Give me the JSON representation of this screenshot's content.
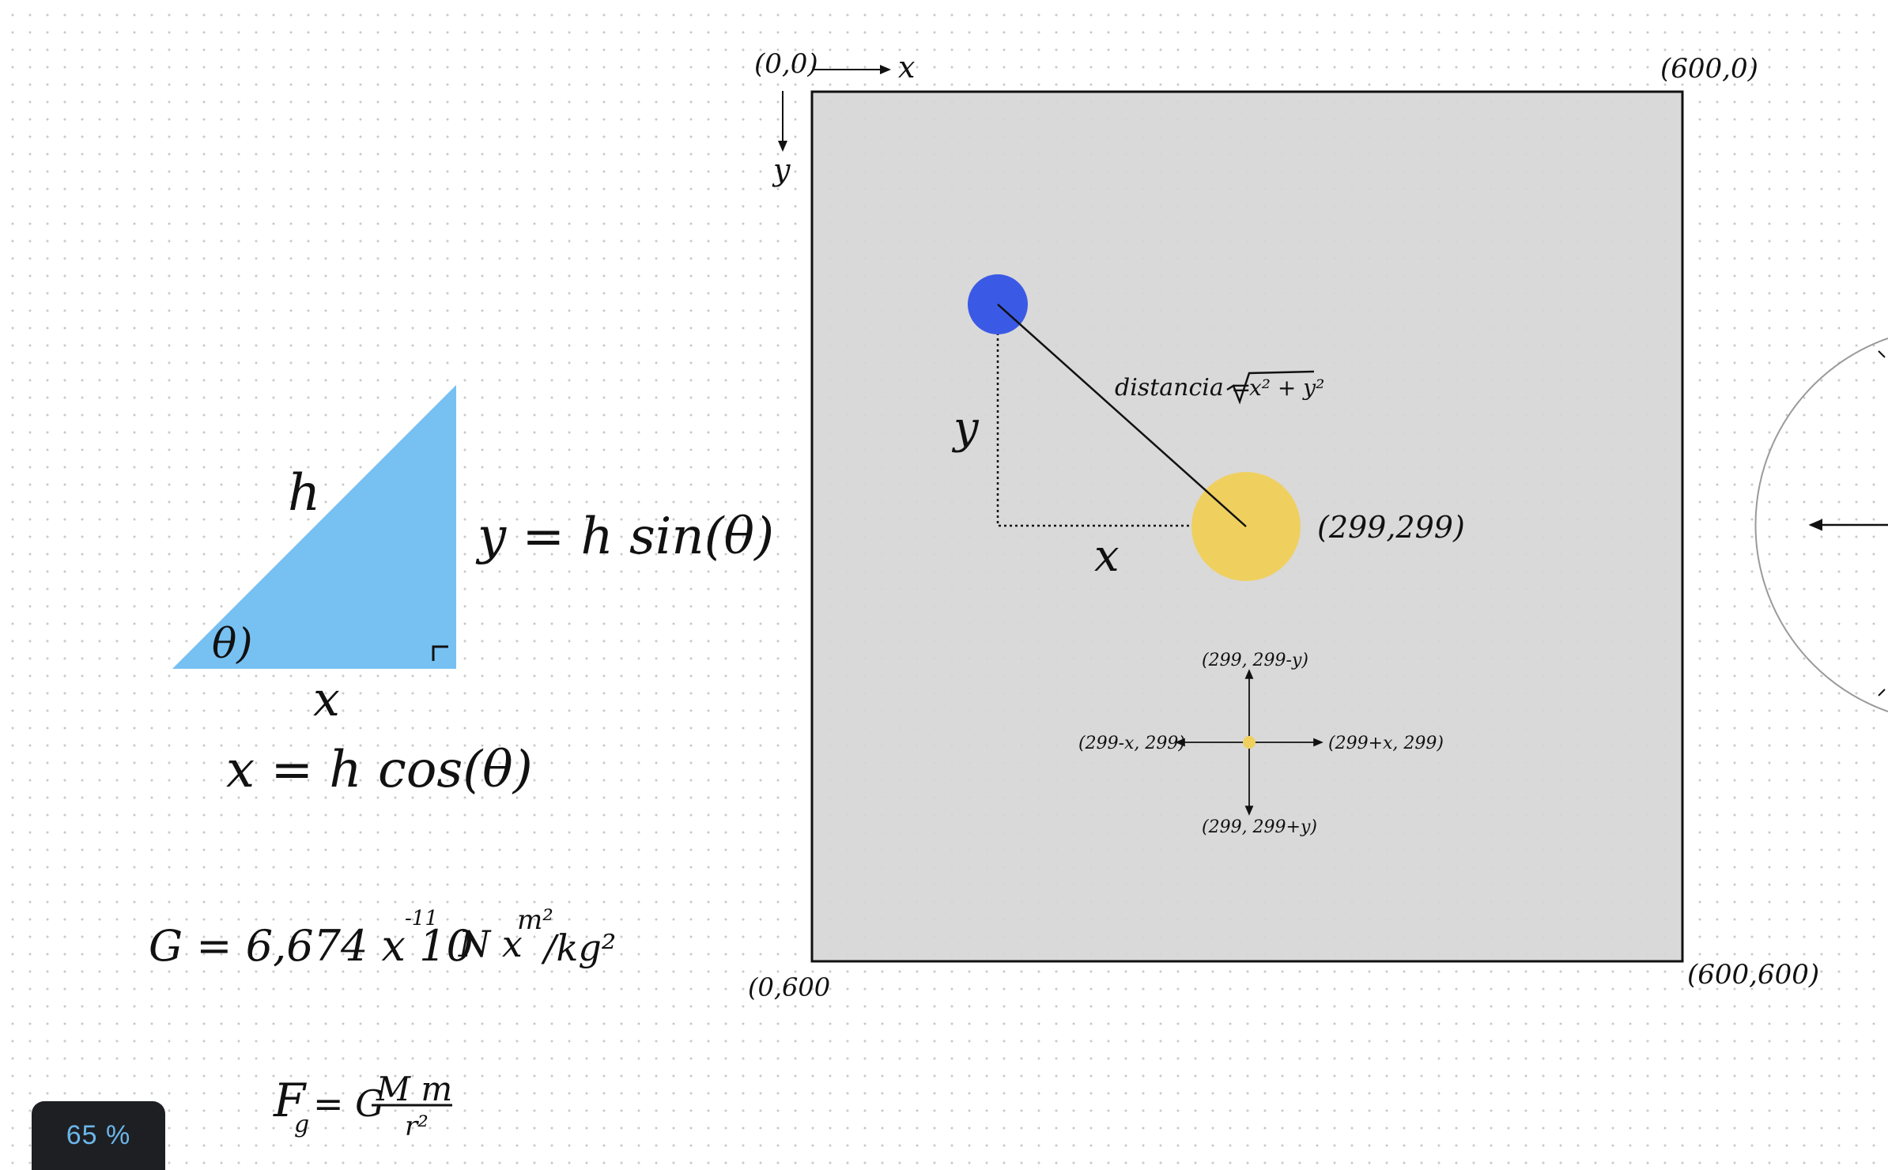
{
  "zoom": {
    "label": "65 %"
  },
  "colors": {
    "triangle": "#77c0f2",
    "canvas_area": "#d6d6d6",
    "blue_ball": "#3a5ae5",
    "yellow_ball": "#efd05f",
    "zoom_text": "#6ab6ea",
    "zoom_bg": "#1e1f22"
  },
  "triangle_sketch": {
    "hypotenuse_label": "h",
    "angle_label": "θ)",
    "base_label": "x",
    "y_formula": "y = h sin(θ)",
    "x_formula": "x = h cos(θ)"
  },
  "gravity": {
    "constant_formula": "G = 6,674 x 10",
    "constant_exponent": "-11",
    "units": "N x",
    "units_num": "m²",
    "units_den": "/kg²",
    "force_lhs": "F",
    "force_sub": "g",
    "force_eq": "= G",
    "force_num": "M m",
    "force_den": "r²"
  },
  "coordinate_diagram": {
    "origin_label": "(0,0)",
    "x_axis_label": "x",
    "y_axis_label": "y",
    "top_right_label": "(600,0)",
    "bottom_left_label": "(0,600",
    "bottom_right_label": "(600,600)",
    "distance_label": "distancia =",
    "distance_radicand": "x² + y²",
    "leg_y_label": "y",
    "leg_x_label": "x",
    "center_label": "(299,299)",
    "up_label": "(299, 299-y)",
    "down_label": "(299, 299+y)",
    "left_label": "(299-x, 299)",
    "right_label": "(299+x, 299)"
  }
}
